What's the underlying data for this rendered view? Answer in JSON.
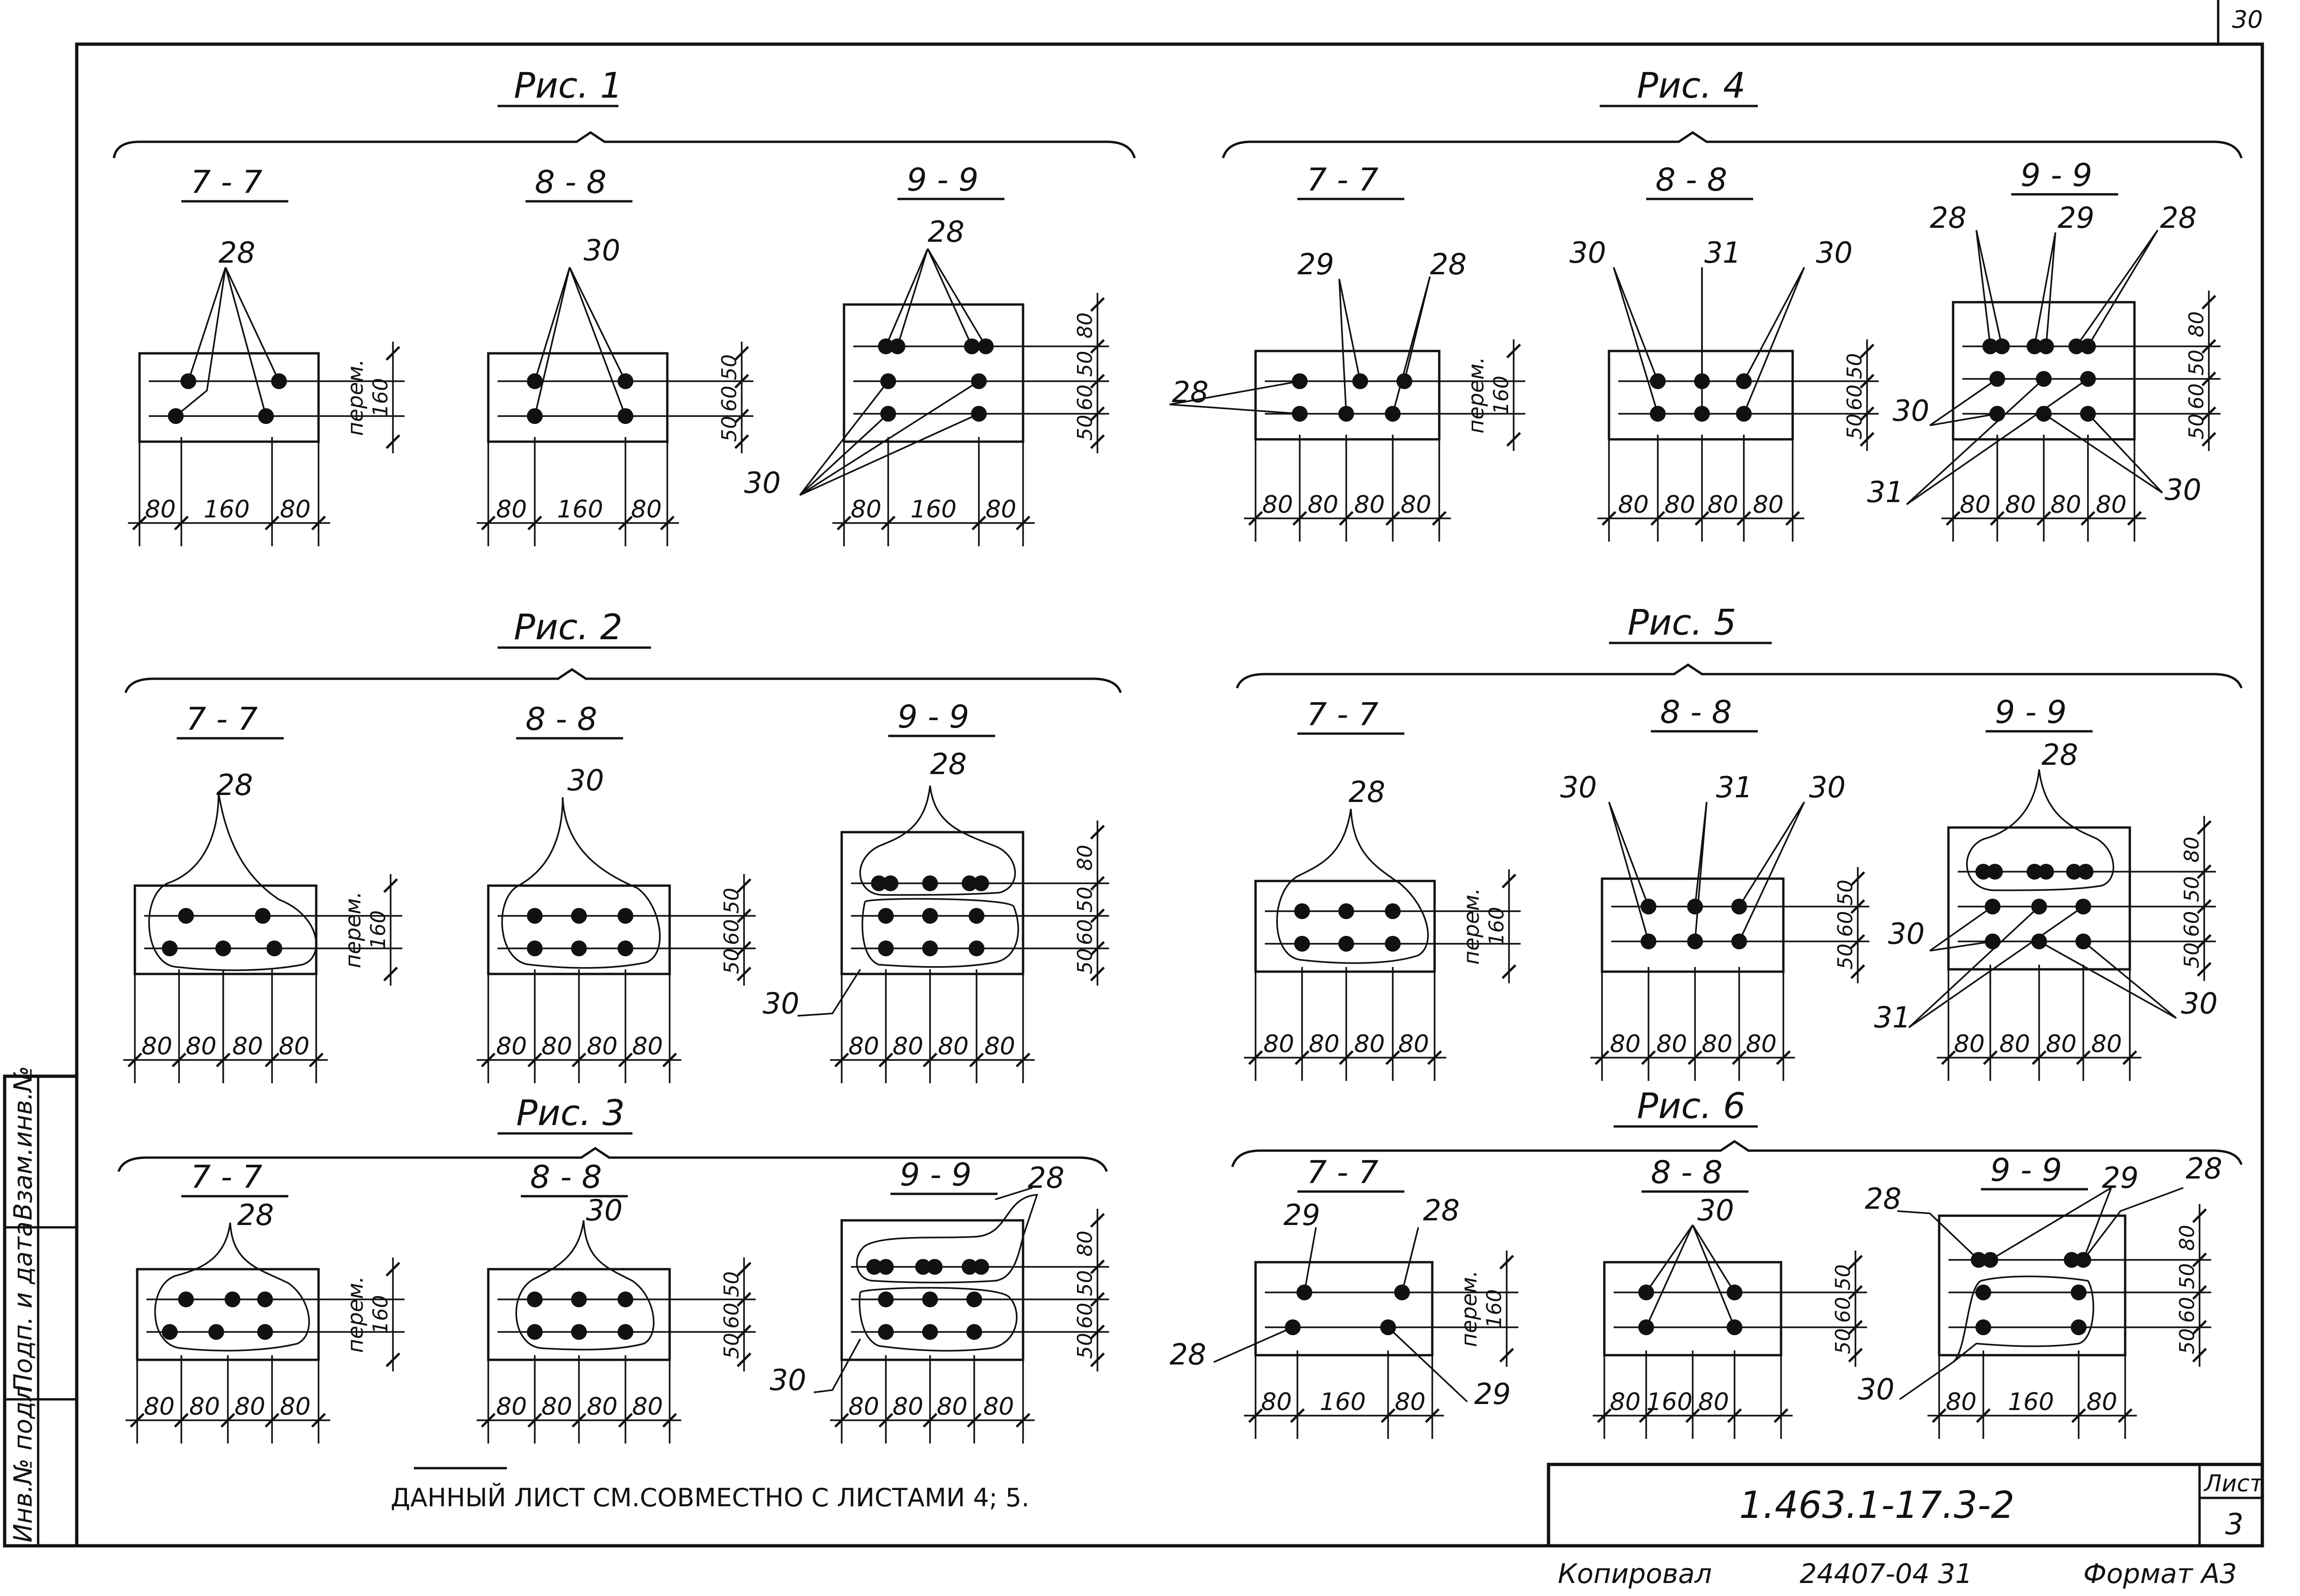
{
  "sheet_no_corner": "30",
  "figure_labels": [
    "Рис. 1",
    "Рис. 4",
    "Рис. 2",
    "Рис. 5",
    "Рис. 3",
    "Рис. 6"
  ],
  "section_labels": {
    "s7": "7 - 7",
    "s8": "8 - 8",
    "s9": "9 - 9"
  },
  "bar_marks": {
    "m28": "28",
    "m29": "29",
    "m30": "30",
    "m31": "31"
  },
  "dims": {
    "d80": "80",
    "d160": "160",
    "d50": "50",
    "d60": "60",
    "perem": "перем."
  },
  "side_stamp": [
    "Инв.№ подл",
    "Подп. и дата",
    "Взам.инв.№"
  ],
  "note": "ДАННЫЙ ЛИСТ СМ.СОВМЕСТНО С ЛИСТАМИ 4; 5.",
  "title_block": {
    "code": "1.463.1-17.3-2",
    "list_label": "Лист",
    "list_no": "3"
  },
  "footer": {
    "copied": "Копировал",
    "number": "24407-04 31",
    "format": "Формат А3"
  }
}
